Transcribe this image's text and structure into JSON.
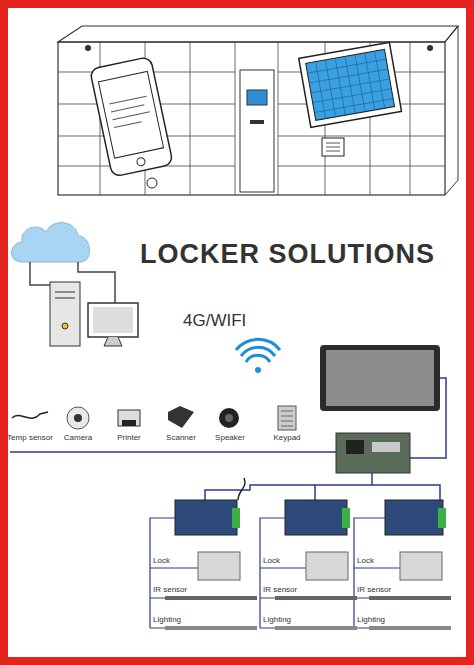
{
  "diagram": {
    "title": "LOCKER SOLUTIONS",
    "labels": [
      "4G/WIFI",
      "Temp sensor",
      "Camera",
      "Printer",
      "Scanner",
      "Speaker",
      "Keypad",
      "Lock",
      "IR sensor",
      "Lighting",
      "Lock",
      "IR sensor",
      "Lighting",
      "Lock",
      "IR sensor",
      "Lighting"
    ]
  }
}
